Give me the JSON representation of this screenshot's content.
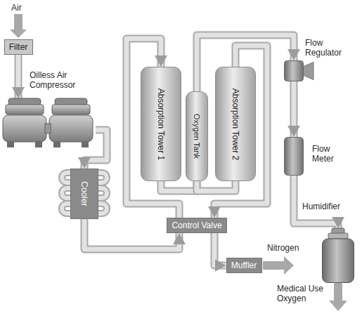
{
  "diagram": {
    "nodes": [
      {
        "text": [
          "Filter"
        ]
      },
      {
        "text": [
          "Oilless Air Compressor"
        ]
      },
      {
        "text": [
          "Cooler"
        ]
      },
      {
        "text": [
          "Control Valve"
        ]
      },
      {
        "text": [
          "Absorption Tower 1"
        ]
      },
      {
        "text": [
          "Oxygen Tank"
        ]
      },
      {
        "text": [
          "Absorption Tower 2"
        ]
      },
      {
        "text": [
          "Flow Regulator"
        ]
      },
      {
        "text": [
          "Flow Meter"
        ]
      },
      {
        "text": [
          "Humidifier"
        ]
      },
      {
        "text": [
          "Muffler"
        ]
      }
    ],
    "edges": [
      {
        "from": 0,
        "to": 1,
        "arrow": "to"
      },
      {
        "from": 1,
        "to": 2,
        "arrow": "to"
      },
      {
        "from": 2,
        "to": 3,
        "arrow": "to"
      },
      {
        "from": 3,
        "to": 4,
        "arrow": "to"
      },
      {
        "from": 6,
        "to": 3,
        "arrow": "to"
      },
      {
        "from": 4,
        "to": 5,
        "arrow": "none"
      },
      {
        "from": 6,
        "to": 5,
        "arrow": "none"
      },
      {
        "from": 5,
        "to": 7,
        "arrow": "to"
      },
      {
        "from": 7,
        "to": 8,
        "arrow": "to"
      },
      {
        "from": 8,
        "to": 9,
        "arrow": "to"
      },
      {
        "from": 3,
        "to": 10,
        "arrow": "to"
      }
    ],
    "labels": [
      "Air",
      "Nitrogen",
      "Medical Use Oxygen"
    ]
  }
}
